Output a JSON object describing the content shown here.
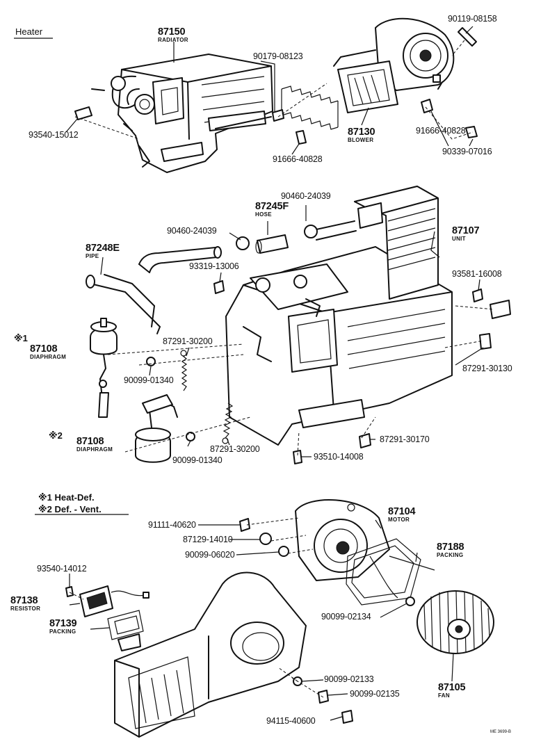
{
  "section_title": "Heater",
  "parts": [
    {
      "no": "87150",
      "name": "RADIATOR"
    },
    {
      "no": "90179-08123",
      "name": ""
    },
    {
      "no": "90119-08158",
      "name": ""
    },
    {
      "no": "93540-15012",
      "name": ""
    },
    {
      "no": "87130",
      "name": "BLOWER"
    },
    {
      "no": "91666-40828",
      "name": ""
    },
    {
      "no": "91666-40828",
      "name": ""
    },
    {
      "no": "90339-07016",
      "name": ""
    },
    {
      "no": "90460-24039",
      "name": ""
    },
    {
      "no": "87245F",
      "name": "HOSE"
    },
    {
      "no": "90460-24039",
      "name": ""
    },
    {
      "no": "87107",
      "name": "UNIT"
    },
    {
      "no": "87248E",
      "name": "PIPE"
    },
    {
      "no": "93319-13006",
      "name": ""
    },
    {
      "no": "93581-16008",
      "name": ""
    },
    {
      "no": "87108",
      "name": "DIAPHRAGM"
    },
    {
      "no": "87291-30200",
      "name": ""
    },
    {
      "no": "90099-01340",
      "name": ""
    },
    {
      "no": "87291-30130",
      "name": ""
    },
    {
      "no": "87108",
      "name": "DIAPHRAGM"
    },
    {
      "no": "90099-01340",
      "name": ""
    },
    {
      "no": "87291-30200",
      "name": ""
    },
    {
      "no": "87291-30170",
      "name": ""
    },
    {
      "no": "93510-14008",
      "name": ""
    },
    {
      "no": "91111-40620",
      "name": ""
    },
    {
      "no": "87104",
      "name": "MOTOR"
    },
    {
      "no": "87129-14010",
      "name": ""
    },
    {
      "no": "90099-06020",
      "name": ""
    },
    {
      "no": "87188",
      "name": "PACKING"
    },
    {
      "no": "93540-14012",
      "name": ""
    },
    {
      "no": "87138",
      "name": "RESISTOR"
    },
    {
      "no": "90099-02134",
      "name": ""
    },
    {
      "no": "87139",
      "name": "PACKING"
    },
    {
      "no": "90099-02133",
      "name": ""
    },
    {
      "no": "90099-02135",
      "name": ""
    },
    {
      "no": "87105",
      "name": "FAN"
    },
    {
      "no": "94115-40600",
      "name": ""
    }
  ],
  "markers": {
    "m1": "※1",
    "m2": "※2"
  },
  "notes": [
    {
      "mark": "※1",
      "text": "Heat-Def."
    },
    {
      "mark": "※2",
      "text": "Def. - Vent."
    }
  ],
  "drawing_code": "ME 3699-B"
}
